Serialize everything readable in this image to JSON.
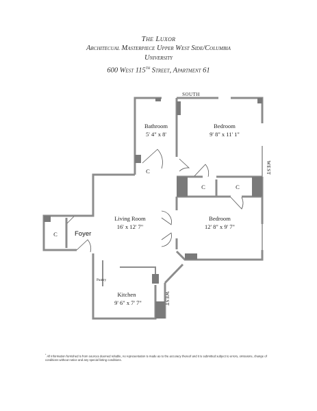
{
  "header": {
    "building": "The Luxor",
    "tagline_1": "Architecual Masterpiece Upper West Side/Columbia",
    "tagline_2": "University",
    "address_pre": "600 West 115",
    "address_sup": "th",
    "address_post": " Street, Apartment 61"
  },
  "rooms": {
    "bathroom": {
      "name": "Bathroom",
      "dims": "5' 4\" x 8'"
    },
    "bedroom_1": {
      "name": "Bedroom",
      "dims": "9' 8\" x 11' 1\""
    },
    "living_room": {
      "name": "Living Room",
      "dims": "16' x 12' 7\""
    },
    "bedroom_2": {
      "name": "Bedroom",
      "dims": "12' 8\" x 9' 7\""
    },
    "kitchen": {
      "name": "Kitchen",
      "dims": "9' 6\" x 7' 7\""
    },
    "foyer": {
      "name": "Foyer"
    },
    "pantry": {
      "name": "Pantry"
    }
  },
  "closets": {
    "label": "C"
  },
  "compass": {
    "south": "SOUTH",
    "west": "WEST"
  },
  "footnote": {
    "marker": "*",
    "text": "All information furnished is from sources deemed reliable, no representation is made as to the accuracy thereof and it is submitted subject to errors, omissions, change of conditions without notice and any special listing conditions."
  },
  "colors": {
    "wall": "#8c8c8c",
    "wall_dark": "#555555",
    "fill": "#7a7a7a"
  }
}
